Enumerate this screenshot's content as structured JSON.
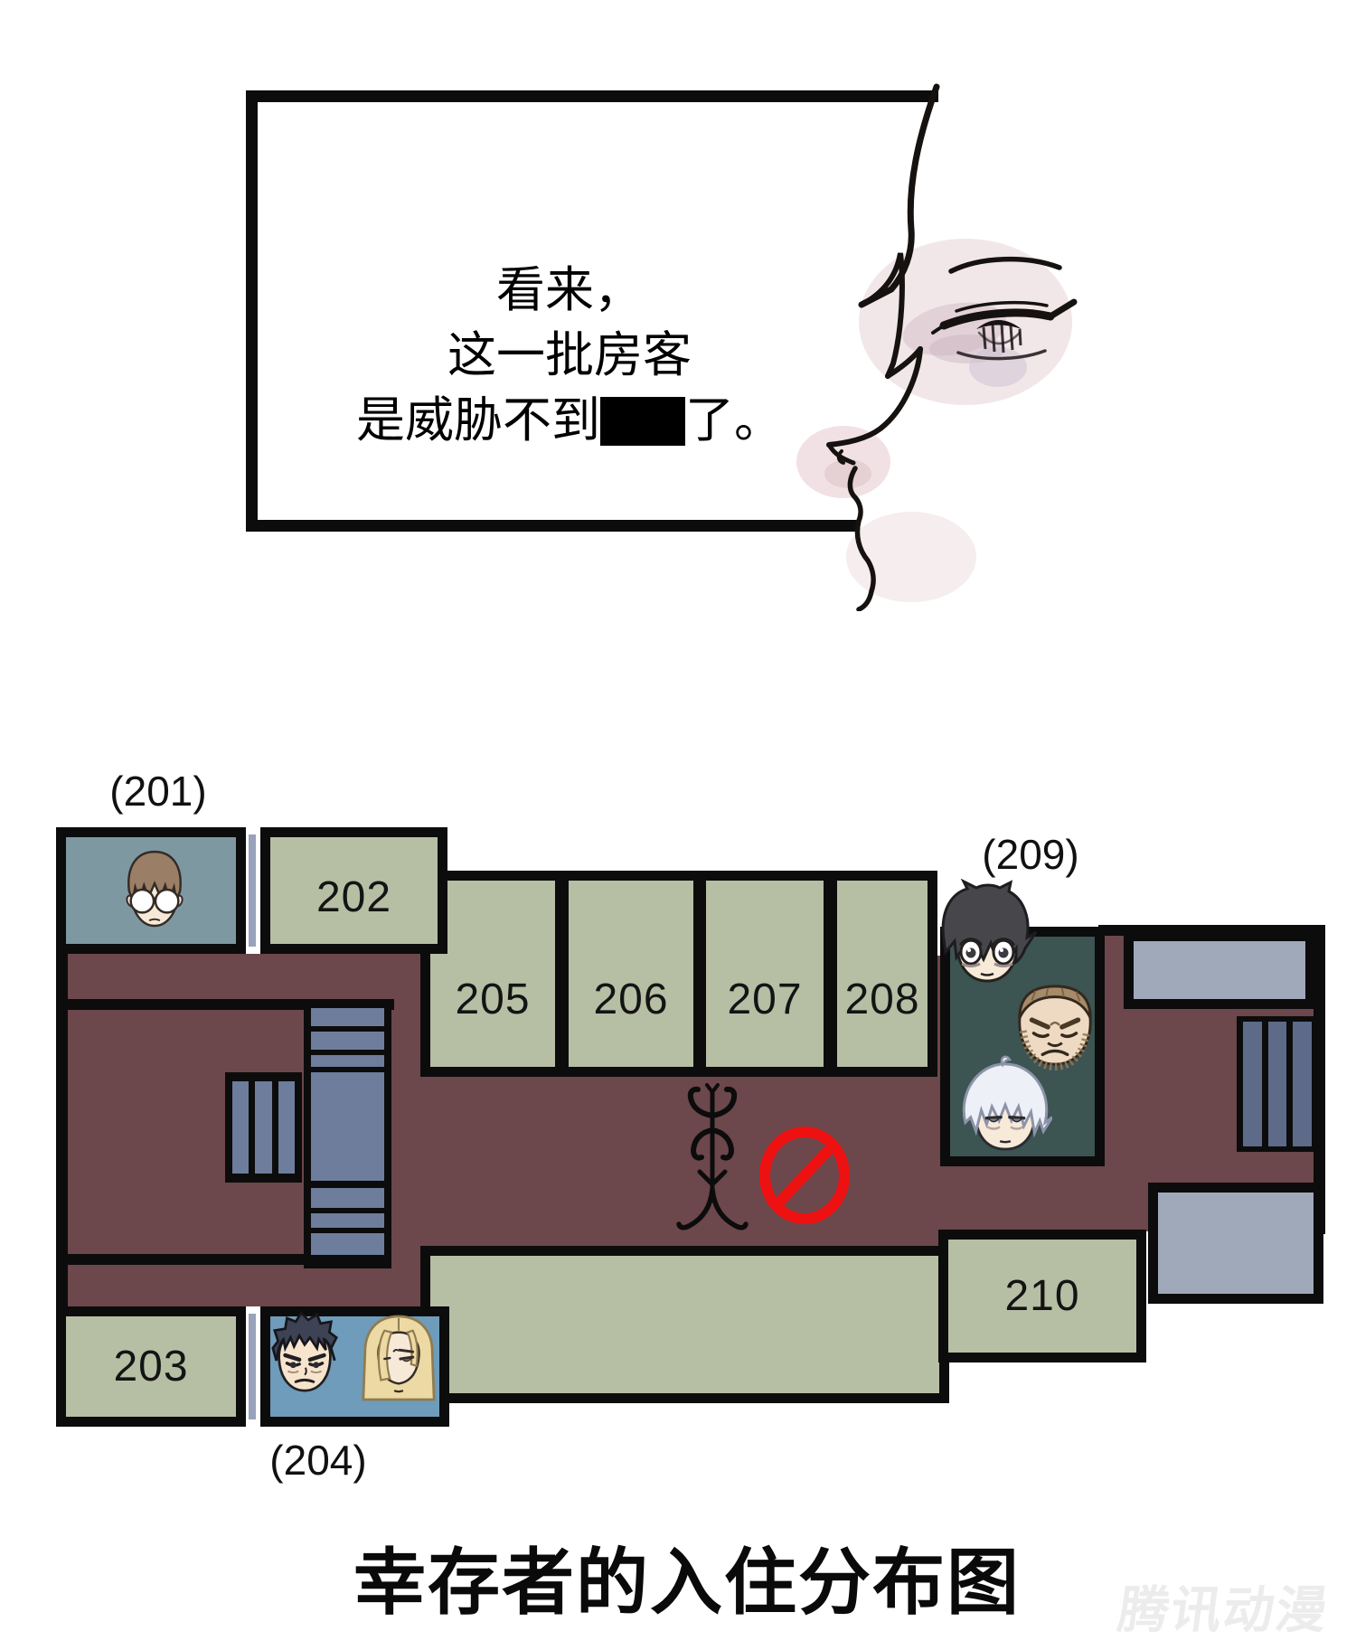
{
  "speech_panel": {
    "lines": {
      "line1": "看来，",
      "line2": "这一批房客",
      "line3_before": "是威胁不到",
      "line3_after": "了。"
    },
    "censored_word": true
  },
  "floor_plan": {
    "caption": "幸存者的入住分布图",
    "outside_labels": [
      {
        "id": "label-201",
        "text": "(201)"
      },
      {
        "id": "label-209",
        "text": "(209)"
      },
      {
        "id": "label-204",
        "text": "(204)"
      }
    ],
    "rooms": {
      "r202": "202",
      "r203": "203",
      "r205": "205",
      "r206": "206",
      "r207": "207",
      "r208": "208",
      "r210": "210"
    },
    "occupied_rooms": {
      "201": [
        "glasses-person"
      ],
      "204": [
        "spiky-hair-man",
        "blonde-person"
      ],
      "209": [
        "dark-hair-boy",
        "gruff-man",
        "white-hair-boy"
      ]
    },
    "colors": {
      "corridor": "#6c474b",
      "room_green": "#b6bea4",
      "room_201": "#7e98a1",
      "room_204": "#6e9cba",
      "room_209": "#3c5452",
      "stairs_blue": "#6e7d9c",
      "bars_blue": "#5d6b89",
      "landing_gray": "#9fa9b9",
      "border_black": "#0c0c0c",
      "no_entry_red": "#ee1111"
    }
  },
  "watermark": "腾讯动漫"
}
